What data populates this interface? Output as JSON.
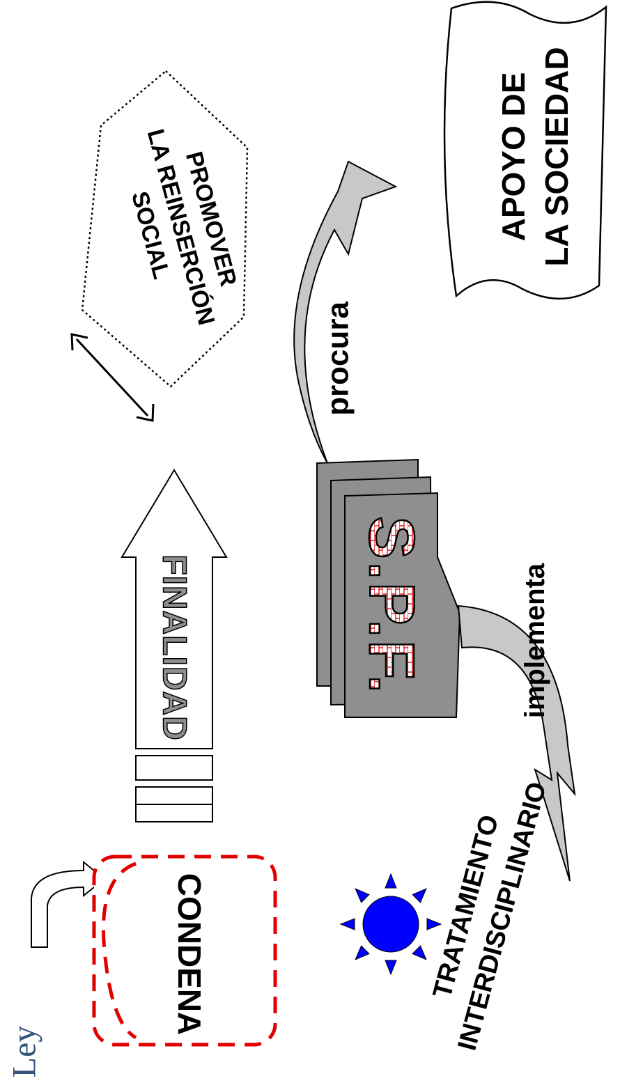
{
  "labels": {
    "ley": "Ley",
    "condena": "CONDENA",
    "finalidad": "FINALIDAD",
    "promover_line1": "PROMOVER",
    "promover_line2": "LA REINSERCIÓN",
    "promover_line3": "SOCIAL",
    "procura": "procura",
    "implementa": "implementa",
    "tratamiento_line1": "TRATAMIENTO",
    "tratamiento_line2": "INTERDISCIPLINARIO",
    "apoyo_line1": "APOYO DE",
    "apoyo_line2": "LA SOCIEDAD",
    "spf": "S.P.F."
  },
  "colors": {
    "dashed_red": "#e00000",
    "sun_blue": "#0000ff",
    "ley_blue": "#34547c",
    "doc_gray": "#8f8f8f",
    "arrow_gray": "#c8c8c8",
    "black": "#000000"
  }
}
